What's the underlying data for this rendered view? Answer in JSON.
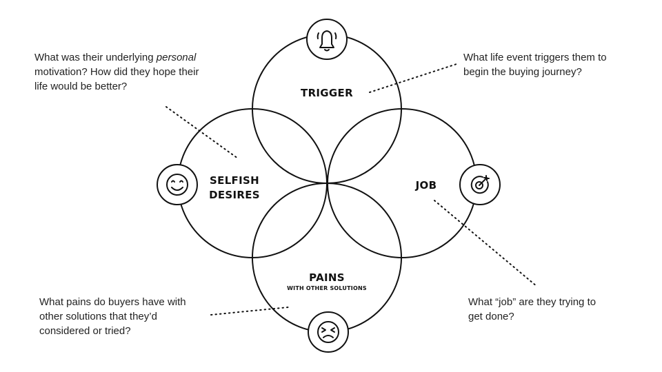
{
  "sections": {
    "trigger": {
      "title": "TRIGGER",
      "icon": "bell-icon",
      "question": "What life event triggers them to begin the buying journey?"
    },
    "selfish_desires": {
      "title_line1": "SELFISH",
      "title_line2": "DESIRES",
      "icon": "smiley-face-icon",
      "question_part1": "What was their underlying",
      "question_emphasis": "personal",
      "question_part2": "motivation? How did they hope their life would be better?"
    },
    "job": {
      "title": "JOB",
      "icon": "target-icon",
      "question": "What “job” are they trying to get done?"
    },
    "pains": {
      "title": "PAINS",
      "subtitle": "WITH OTHER SOLUTIONS",
      "icon": "frustrated-face-icon",
      "question": "What pains do buyers have with other solutions that they’d considered or tried?"
    }
  },
  "colors": {
    "line": "#111111",
    "background": "#ffffff"
  }
}
